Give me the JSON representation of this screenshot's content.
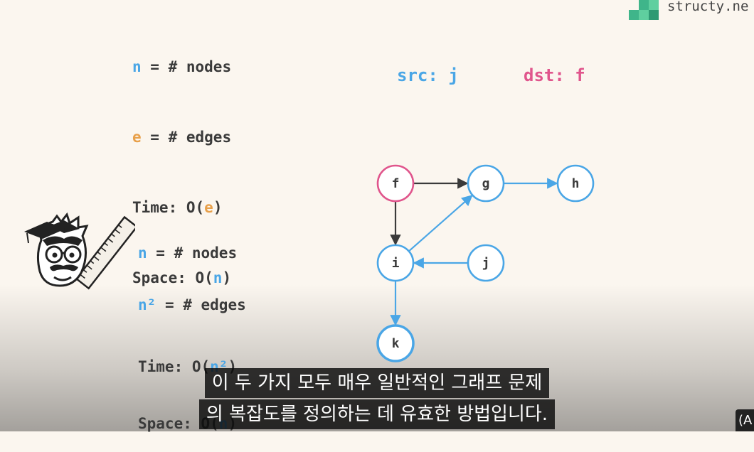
{
  "complexity_top": {
    "line1": {
      "var": "n",
      "rest": " = # nodes"
    },
    "line2": {
      "var": "e",
      "rest": " = # edges"
    },
    "line3": {
      "prefix": "Time: O(",
      "var": "e",
      "suffix": ")"
    },
    "line4": {
      "prefix": "Space: O(",
      "var": "n",
      "suffix": ")"
    }
  },
  "complexity_bottom": {
    "line1": {
      "var": "n",
      "rest": " = # nodes"
    },
    "line2": {
      "var": "n²",
      "rest": " = # edges"
    },
    "line3": {
      "prefix": "Time: O(",
      "var": "n²",
      "suffix": ")"
    },
    "line4": {
      "prefix": "Space: O(",
      "var": "n",
      "suffix": ")"
    }
  },
  "query": {
    "src_label": "src: j",
    "dst_label": "dst: f"
  },
  "brand": {
    "name": "structy.ne",
    "icon": "stacked-blocks-logo-icon"
  },
  "graph": {
    "nodes": [
      {
        "id": "f",
        "label": "f",
        "role": "dst"
      },
      {
        "id": "g",
        "label": "g",
        "role": "normal"
      },
      {
        "id": "h",
        "label": "h",
        "role": "normal"
      },
      {
        "id": "i",
        "label": "i",
        "role": "normal"
      },
      {
        "id": "j",
        "label": "j",
        "role": "normal"
      },
      {
        "id": "k",
        "label": "k",
        "role": "highlight"
      }
    ],
    "edges": [
      {
        "from": "f",
        "to": "g",
        "style": "dark"
      },
      {
        "from": "g",
        "to": "h",
        "style": "blue"
      },
      {
        "from": "f",
        "to": "i",
        "style": "dark"
      },
      {
        "from": "i",
        "to": "g",
        "style": "blue"
      },
      {
        "from": "j",
        "to": "i",
        "style": "blue"
      },
      {
        "from": "i",
        "to": "k",
        "style": "blue"
      }
    ]
  },
  "colors": {
    "blue": "#4aa6e6",
    "pink": "#e0558c",
    "dark": "#3a3a3a",
    "orange": "#e8a04a",
    "background": "#fbf6ef"
  },
  "subtitles": {
    "line1": "이 두 가지 모두 매우 일반적인 그래프 문제",
    "line2": "의 복잡도를 정의하는 데 유효한 방법입니다."
  },
  "corner": {
    "icon": "channel-logo-icon",
    "text": "(A"
  }
}
